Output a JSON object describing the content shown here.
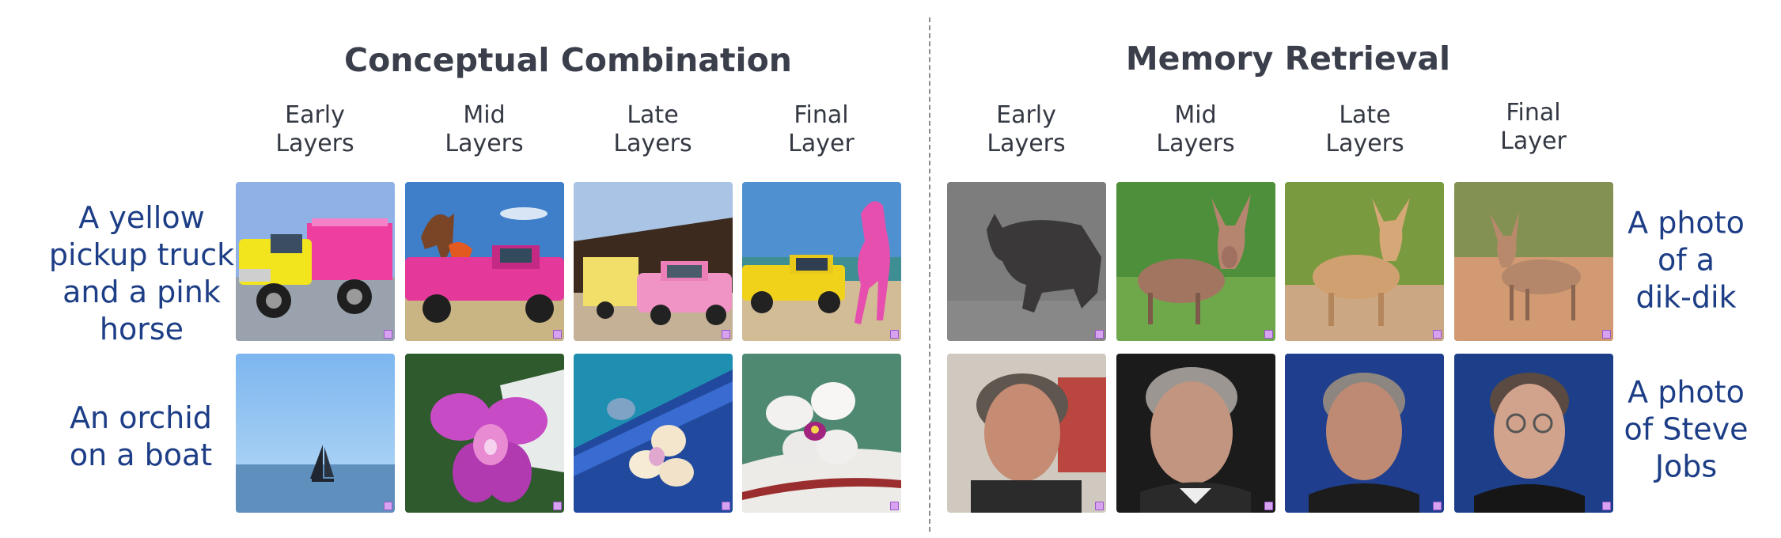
{
  "left_panel": {
    "title": "Conceptual Combination",
    "columns": [
      {
        "line1": "Early",
        "line2": "Layers"
      },
      {
        "line1": "Mid",
        "line2": "Layers"
      },
      {
        "line1": "Late",
        "line2": "Layers"
      },
      {
        "line1": "Final",
        "line2": "Layer"
      }
    ],
    "rows": [
      {
        "prompt_lines": [
          "A yellow",
          "pickup truck",
          "and a pink",
          "horse"
        ]
      },
      {
        "prompt_lines": [
          "An orchid",
          "on a boat"
        ]
      }
    ]
  },
  "right_panel": {
    "title": "Memory Retrieval",
    "columns": [
      {
        "line1": "Early",
        "line2": "Layers"
      },
      {
        "line1": "Mid",
        "line2": "Layers"
      },
      {
        "line1": "Late",
        "line2": "Layers"
      },
      {
        "line1": "Final",
        "line2": "Layer"
      }
    ],
    "rows": [
      {
        "prompt_lines": [
          "A photo",
          "of a",
          "dik-dik"
        ]
      },
      {
        "prompt_lines": [
          "A photo",
          "of Steve",
          "Jobs"
        ]
      }
    ]
  },
  "colors": {
    "title_text": "#3a3f4b",
    "header_text": "#333842",
    "prompt_text": "#1d3e86",
    "divider": "#8a8a8a"
  }
}
